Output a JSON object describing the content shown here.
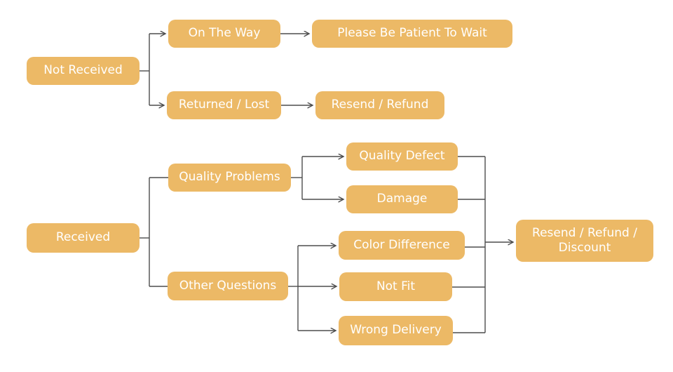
{
  "diagram": {
    "type": "flowchart",
    "colors": {
      "node_fill": "#ECB966",
      "node_text": "#FFFFFF",
      "connector": "#4D4D4D",
      "background": "#FFFFFF"
    },
    "nodes": {
      "not_received": "Not Received",
      "on_the_way": "On The Way",
      "please_be_patient": "Please Be Patient To Wait",
      "returned_lost": "Returned / Lost",
      "resend_refund": "Resend / Refund",
      "received": "Received",
      "quality_problems": "Quality Problems",
      "other_questions": "Other Questions",
      "quality_defect": "Quality Defect",
      "damage": "Damage",
      "color_difference": "Color Difference",
      "not_fit": "Not Fit",
      "wrong_delivery": "Wrong Delivery",
      "resend_refund_discount": "Resend / Refund / Discount"
    },
    "edges": [
      {
        "from": "Not Received",
        "to": "On The Way",
        "arrowhead": true
      },
      {
        "from": "Not Received",
        "to": "Returned / Lost",
        "arrowhead": true
      },
      {
        "from": "On The Way",
        "to": "Please Be Patient To Wait",
        "arrowhead": true
      },
      {
        "from": "Returned / Lost",
        "to": "Resend / Refund",
        "arrowhead": true
      },
      {
        "from": "Received",
        "to": "Quality Problems",
        "arrowhead": false
      },
      {
        "from": "Received",
        "to": "Other Questions",
        "arrowhead": false
      },
      {
        "from": "Quality Problems",
        "to": "Quality Defect",
        "arrowhead": true
      },
      {
        "from": "Quality Problems",
        "to": "Damage",
        "arrowhead": true
      },
      {
        "from": "Other Questions",
        "to": "Color Difference",
        "arrowhead": true
      },
      {
        "from": "Other Questions",
        "to": "Not Fit",
        "arrowhead": true
      },
      {
        "from": "Other Questions",
        "to": "Wrong Delivery",
        "arrowhead": true
      },
      {
        "from": "Quality Defect",
        "to": "Resend / Refund / Discount",
        "arrowhead": true
      },
      {
        "from": "Damage",
        "to": "Resend / Refund / Discount",
        "arrowhead": true
      },
      {
        "from": "Color Difference",
        "to": "Resend / Refund / Discount",
        "arrowhead": true
      },
      {
        "from": "Not Fit",
        "to": "Resend / Refund / Discount",
        "arrowhead": true
      },
      {
        "from": "Wrong Delivery",
        "to": "Resend / Refund / Discount",
        "arrowhead": true
      }
    ]
  }
}
